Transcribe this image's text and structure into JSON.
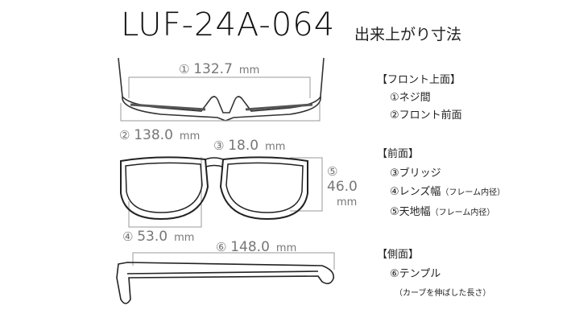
{
  "title": "LUF-24A-064",
  "subtitle": "出来上がり寸法",
  "dimensions": {
    "d1": {
      "marker": "①",
      "value": "132.7",
      "unit": "mm"
    },
    "d2": {
      "marker": "②",
      "value": "138.0",
      "unit": "mm"
    },
    "d3": {
      "marker": "③",
      "value": "18.0",
      "unit": "mm"
    },
    "d4": {
      "marker": "④",
      "value": "53.0",
      "unit": "mm"
    },
    "d5": {
      "marker": "⑤",
      "value": "46.0",
      "unit": "mm"
    },
    "d6": {
      "marker": "⑥",
      "value": "148.0",
      "unit": "mm"
    }
  },
  "legend": {
    "top_view": {
      "heading": "【フロント上面】",
      "items": [
        "①ネジ間",
        "②フロント前面"
      ]
    },
    "front_view": {
      "heading": "【前面】",
      "items": [
        "③ブリッジ",
        "④レンズ幅",
        "⑤天地幅"
      ],
      "note": "（フレーム内径）"
    },
    "side_view": {
      "heading": "【側面】",
      "items": [
        "⑥テンプル"
      ],
      "note": "（カーブを伸ばした長さ）"
    }
  }
}
